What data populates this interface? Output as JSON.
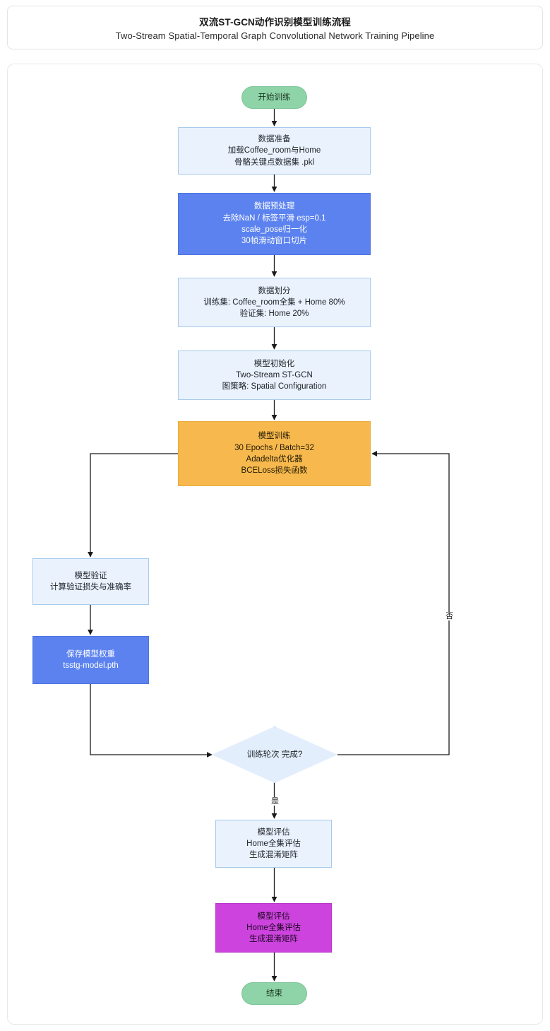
{
  "title": {
    "main": "双流ST-GCN动作识别模型训练流程",
    "sub": "Two-Stream Spatial-Temporal Graph Convolutional Network Training Pipeline"
  },
  "colors": {
    "start_end": "#8ed4a8",
    "process_light": "#eaf2fd",
    "process_blue": "#5b82ef",
    "process_orange": "#f7b94d",
    "process_purple": "#cc44dd",
    "decision": "#e2eefb",
    "edge": "#1a1a1a",
    "card_border": "#e8e8ea"
  },
  "chart_data": {
    "type": "diagram",
    "subtype": "flowchart",
    "title": "双流ST-GCN动作识别模型训练流程",
    "orientation": "top-to-bottom",
    "nodes": [
      {
        "id": "start",
        "shape": "terminator",
        "color": "#8ed4a8",
        "lines": [
          "开始训练"
        ]
      },
      {
        "id": "prepare",
        "shape": "rect",
        "color": "#eaf2fd",
        "lines": [
          "数据准备",
          "加载Coffee_room与Home",
          "骨骼关键点数据集 .pkl"
        ]
      },
      {
        "id": "preprocess",
        "shape": "rect",
        "color": "#5b82ef",
        "lines": [
          "数据预处理",
          "去除NaN / 标签平滑 esp=0.1",
          "scale_pose归一化",
          "30帧滑动窗口切片"
        ]
      },
      {
        "id": "split",
        "shape": "rect",
        "color": "#eaf2fd",
        "lines": [
          "数据划分",
          "训练集: Coffee_room全集 + Home 80%",
          "验证集: Home 20%"
        ]
      },
      {
        "id": "init",
        "shape": "rect",
        "color": "#eaf2fd",
        "lines": [
          "模型初始化",
          "Two-Stream ST-GCN",
          "图策略: Spatial Configuration"
        ]
      },
      {
        "id": "train",
        "shape": "rect",
        "color": "#f7b94d",
        "lines": [
          "模型训练",
          "30 Epochs / Batch=32",
          "Adadelta优化器",
          "BCELoss损失函数"
        ]
      },
      {
        "id": "validate",
        "shape": "rect",
        "color": "#eaf2fd",
        "lines": [
          "模型验证",
          "计算验证损失与准确率"
        ]
      },
      {
        "id": "save",
        "shape": "rect",
        "color": "#5b82ef",
        "lines": [
          "保存模型权重",
          "tsstg-model.pth"
        ]
      },
      {
        "id": "decision",
        "shape": "diamond",
        "color": "#e2eefb",
        "lines": [
          "训练轮次",
          "完成?"
        ]
      },
      {
        "id": "evaluate",
        "shape": "rect",
        "color": "#eaf2fd",
        "lines": [
          "模型评估",
          "Home全集评估",
          "生成混淆矩阵"
        ]
      },
      {
        "id": "evaluate2",
        "shape": "rect",
        "color": "#cc44dd",
        "lines": [
          "模型评估",
          "Home全集评估",
          "生成混淆矩阵"
        ]
      },
      {
        "id": "end",
        "shape": "terminator",
        "color": "#8ed4a8",
        "lines": [
          "结束"
        ]
      }
    ],
    "edges": [
      {
        "from": "start",
        "to": "prepare",
        "label": ""
      },
      {
        "from": "prepare",
        "to": "preprocess",
        "label": ""
      },
      {
        "from": "preprocess",
        "to": "split",
        "label": ""
      },
      {
        "from": "split",
        "to": "init",
        "label": ""
      },
      {
        "from": "init",
        "to": "train",
        "label": ""
      },
      {
        "from": "train",
        "to": "validate",
        "label": ""
      },
      {
        "from": "validate",
        "to": "save",
        "label": ""
      },
      {
        "from": "save",
        "to": "decision",
        "label": ""
      },
      {
        "from": "decision",
        "to": "train",
        "label": "否"
      },
      {
        "from": "decision",
        "to": "evaluate",
        "label": "是"
      },
      {
        "from": "evaluate",
        "to": "evaluate2",
        "label": ""
      },
      {
        "from": "evaluate2",
        "to": "end",
        "label": ""
      }
    ]
  },
  "nodes": {
    "start": {
      "l1": "开始训练"
    },
    "prepare": {
      "l1": "数据准备",
      "l2": "加载Coffee_room与Home",
      "l3": "骨骼关键点数据集 .pkl"
    },
    "preprocess": {
      "l1": "数据预处理",
      "l2": "去除NaN / 标签平滑 esp=0.1",
      "l3": "scale_pose归一化",
      "l4": "30帧滑动窗口切片"
    },
    "split": {
      "l1": "数据划分",
      "l2": "训练集: Coffee_room全集 + Home 80%",
      "l3": "验证集: Home 20%"
    },
    "init": {
      "l1": "模型初始化",
      "l2": "Two-Stream ST-GCN",
      "l3": "图策略: Spatial Configuration"
    },
    "train": {
      "l1": "模型训练",
      "l2": "30 Epochs / Batch=32",
      "l3": "Adadelta优化器",
      "l4": "BCELoss损失函数"
    },
    "validate": {
      "l1": "模型验证",
      "l2": "计算验证损失与准确率"
    },
    "save": {
      "l1": "保存模型权重",
      "l2": "tsstg-model.pth"
    },
    "decision": {
      "l1": "训练轮次",
      "l2": "完成?"
    },
    "evaluate": {
      "l1": "模型评估",
      "l2": "Home全集评估",
      "l3": "生成混淆矩阵"
    },
    "evaluate2": {
      "l1": "模型评估",
      "l2": "Home全集评估",
      "l3": "生成混淆矩阵"
    },
    "end": {
      "l1": "结束"
    }
  },
  "edge_labels": {
    "no": "否",
    "yes": "是"
  }
}
